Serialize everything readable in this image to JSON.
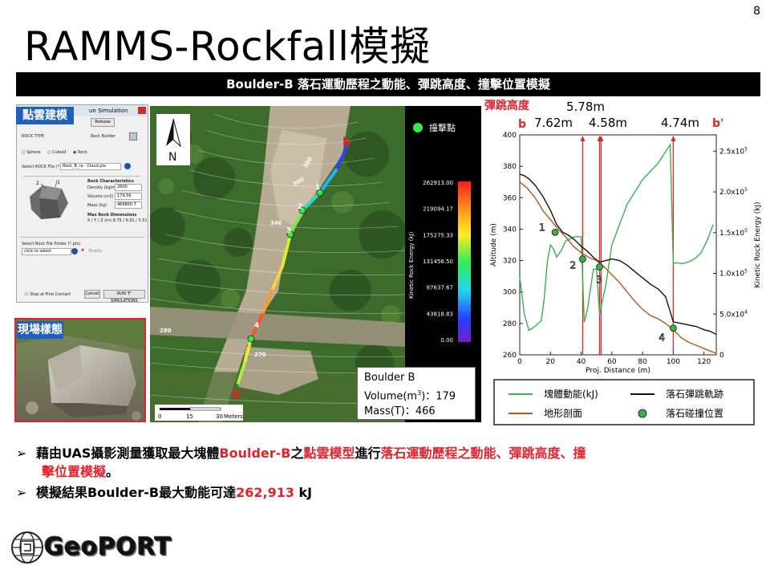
{
  "page_number": "8",
  "title": "RAMMS-Rockfall模擬",
  "subtitle": "Boulder-B 落石運動歷程之動能、彈跳高度、撞擊位置模擬",
  "tags": {
    "point_cloud": "點雲建模",
    "site": "現場樣態"
  },
  "dialog": {
    "window_title": "un Simulation",
    "tab": "Release",
    "rock_type_label": "ROCK TYPE",
    "rock_builder": "Rock Builder",
    "shape_options": [
      "Sphere",
      "Cuboid",
      "Rock"
    ],
    "select_file_label": "Select ROCK File (*.pts)",
    "file_value": "Rock_B_ra - Cloud.pts",
    "rock_characteristics": "Rock Characteristics",
    "density_label": "Density (kg/m3)",
    "density_value": "2600",
    "volume_label": "Volume (m3)",
    "volume_value": "179.56",
    "mass_label": "Mass (kg)",
    "mass_value": "466860.7",
    "max_dims_label": "Max Rock Dimensions",
    "max_dims_value": "X / Y / Z (m)  8.75 / 6.91 / 5.51",
    "folder_label": "Select Rock File Folder (*.pts)",
    "folder_value": "click to select",
    "empty_label": "Empty",
    "stop_label": "Stop at First Contact",
    "cancel": "Cancel",
    "run": "RUN 'F' SIMULATIONS",
    "label_1": "1",
    "label_2": "2"
  },
  "map": {
    "north": "N",
    "start_label": "b",
    "end_label": "b'",
    "contours": [
      "380",
      "360",
      "340",
      "280",
      "270"
    ],
    "points": [
      "1",
      "2",
      "3",
      "4"
    ],
    "scale_ticks": [
      "0",
      "15",
      "30"
    ],
    "scale_unit": "Meters"
  },
  "legend_impact": "撞擊點",
  "colorbar": {
    "axis_label": "Kinetic Rock Energy (kJ)",
    "ticks": [
      "262913.00",
      "219094.17",
      "175275.33",
      "131456.50",
      "87637.67",
      "43818.83",
      "0.00"
    ]
  },
  "boulder_info": {
    "name": "Boulder B",
    "volume_label": "Volume(m",
    "volume_sup": "3",
    "volume_value": ")：179",
    "mass": "Mass(T)：466"
  },
  "bullets": [
    {
      "parts": [
        {
          "t": "藉由UAS攝影測量獲取最大塊體",
          "red": false
        },
        {
          "t": "Boulder-B",
          "red": true
        },
        {
          "t": "之",
          "red": false
        },
        {
          "t": "點雲模型",
          "red": true
        },
        {
          "t": "進行",
          "red": false
        },
        {
          "t": "落石運動歷程之動能、彈跳高度、撞",
          "red": true
        }
      ],
      "line2": [
        {
          "t": "擊位置模擬",
          "red": true
        },
        {
          "t": "。",
          "red": false
        }
      ]
    },
    {
      "parts": [
        {
          "t": "模擬結果Boulder-B最大動能可達",
          "red": false
        },
        {
          "t": "262,913",
          "red": true
        },
        {
          "t": " kJ",
          "red": false
        }
      ]
    }
  ],
  "bullet_marker": "➢",
  "logo_text": "GeoPORT",
  "chart_data": {
    "type": "line",
    "bounce_title": "彈跳高度",
    "bounce_heights": [
      {
        "label": "7.62m",
        "x": 41
      },
      {
        "label": "5.78m",
        "x": 53
      },
      {
        "label": "4.58m",
        "x": 52
      },
      {
        "label": "4.74m",
        "x": 100
      }
    ],
    "profile_start": "b",
    "profile_end": "b'",
    "xlabel": "Proj. Distance (m)",
    "ylabel": "Altitude (m)",
    "y2label": "Kinetic Rock Energy (kJ)",
    "xlim": [
      0,
      128
    ],
    "ylim": [
      260,
      400
    ],
    "y2lim": [
      0,
      270000
    ],
    "xticks": [
      0,
      20,
      40,
      60,
      80,
      100,
      120
    ],
    "yticks": [
      260,
      280,
      300,
      320,
      340,
      360,
      380,
      400
    ],
    "y2ticks": [
      {
        "value": 0,
        "label": "0",
        "exp": ""
      },
      {
        "value": 50000,
        "label": "5.0x10",
        "exp": "4"
      },
      {
        "value": 100000,
        "label": "1.0x10",
        "exp": "5"
      },
      {
        "value": 150000,
        "label": "1.5x10",
        "exp": "5"
      },
      {
        "value": 200000,
        "label": "2.0x10",
        "exp": "5"
      },
      {
        "value": 250000,
        "label": "2.5x10",
        "exp": "5"
      }
    ],
    "series": [
      {
        "name": "塊體動能(kJ)",
        "axis": "y2",
        "color": "#37b34a",
        "x": [
          0,
          3,
          6,
          10,
          14,
          16,
          18,
          20,
          22,
          24,
          27,
          30,
          36,
          40,
          42,
          44,
          48,
          50,
          52,
          56,
          60,
          70,
          80,
          90,
          98,
          100,
          102,
          106,
          110,
          114,
          118,
          122,
          126
        ],
        "y": [
          95000,
          50000,
          30000,
          35000,
          42000,
          70000,
          115000,
          135000,
          130000,
          120000,
          128000,
          140000,
          145000,
          145000,
          40000,
          55000,
          105000,
          105000,
          50000,
          85000,
          135000,
          185000,
          215000,
          235000,
          258000,
          112000,
          113000,
          112000,
          114000,
          118000,
          125000,
          140000,
          160000
        ]
      },
      {
        "name": "地形剖面",
        "axis": "y",
        "color": "#b8561a",
        "x": [
          0,
          5,
          10,
          15,
          20,
          25,
          30,
          35,
          40,
          45,
          50,
          55,
          60,
          65,
          70,
          75,
          80,
          85,
          90,
          95,
          100,
          105,
          110,
          115,
          120,
          125,
          128
        ],
        "y": [
          370,
          366,
          360,
          352,
          346,
          340,
          335,
          329,
          325,
          322,
          320,
          316,
          311,
          306,
          300,
          294,
          289,
          285,
          283,
          280,
          276,
          271,
          268,
          266,
          264,
          262,
          261
        ]
      },
      {
        "name": "落石彈跳軌跡",
        "axis": "y",
        "color": "#111111",
        "x": [
          0,
          3,
          6,
          10,
          15,
          20,
          24,
          28,
          32,
          36,
          40,
          44,
          48,
          52,
          56,
          60,
          65,
          70,
          75,
          80,
          85,
          90,
          95,
          100,
          105,
          110,
          115,
          120,
          124,
          128
        ],
        "y": [
          375,
          374,
          372,
          368,
          361,
          352,
          343,
          338,
          336,
          333,
          329,
          326,
          322,
          319,
          320,
          321,
          320,
          317,
          313,
          309,
          305,
          302,
          297,
          281,
          280,
          279,
          278,
          276,
          275,
          273
        ]
      }
    ],
    "impacts": [
      {
        "label": "1",
        "x": 23,
        "y": 338
      },
      {
        "label": "2",
        "x": 41,
        "y": 321
      },
      {
        "label": "3",
        "x": 52,
        "y": 316
      },
      {
        "label": "4",
        "x": 100,
        "y": 277
      }
    ],
    "legend": [
      {
        "name": "塊體動能(kJ)",
        "kind": "line",
        "color": "#37b34a"
      },
      {
        "name": "落石彈跳軌跡",
        "kind": "line",
        "color": "#111111"
      },
      {
        "name": "地形剖面",
        "kind": "line",
        "color": "#b8561a"
      },
      {
        "name": "落石碰撞位置",
        "kind": "dot",
        "color": "#37b34a"
      }
    ],
    "legend_position": "bottom"
  },
  "colors": {
    "accent_red": "#e3232c",
    "tag_blue": "#1f5fbf",
    "energy_green": "#37b34a",
    "profile_brown": "#b8561a"
  }
}
